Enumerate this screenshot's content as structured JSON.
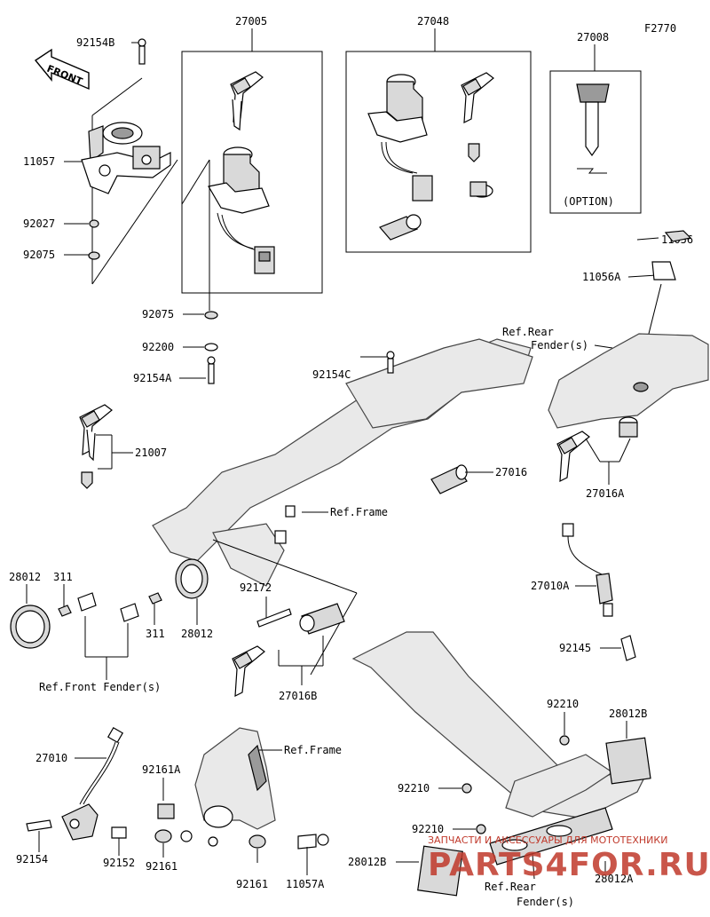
{
  "figure_code": "F2770",
  "front_label": "FRONT",
  "option_label": "(OPTION)",
  "watermark": {
    "line1": "ЗАПЧАСТИ И АКСЕССУАРЫ ДЛЯ МОТОТЕХНИКИ",
    "line2": "PARTS4FOR.RU"
  },
  "callouts": {
    "p27005": "27005",
    "p27048": "27048",
    "p27008": "27008",
    "p92154B": "92154B",
    "p11057": "11057",
    "p92027": "92027",
    "p92075a": "92075",
    "p92075b": "92075",
    "p92200": "92200",
    "p92154A": "92154A",
    "p92154C": "92154C",
    "p11056": "11056",
    "p11056A": "11056A",
    "p21007": "21007",
    "p27016": "27016",
    "p27016A": "27016A",
    "p28012a": "28012",
    "p311a": "311",
    "p311b": "311",
    "p28012b": "28012",
    "p92172": "92172",
    "p27016B": "27016B",
    "p27010A": "27010A",
    "p92145": "92145",
    "p27010": "27010",
    "p92161A": "92161A",
    "p92210a": "92210",
    "p28012B_top": "28012B",
    "p92210b": "92210",
    "p92210c": "92210",
    "p28012B_bot": "28012B",
    "p28012A": "28012A",
    "p92154": "92154",
    "p92152": "92152",
    "p92161a": "92161",
    "p92161b": "92161",
    "p11057A": "11057A"
  },
  "references": {
    "rear_fender_top_1": "Ref.Rear",
    "rear_fender_top_2": "Fender(s)",
    "frame_mid": "Ref.Frame",
    "front_fender": "Ref.Front Fender(s)",
    "frame_bottom": "Ref.Frame",
    "rear_fender_bot_1": "Ref.Rear",
    "rear_fender_bot_2": "Fender(s)"
  }
}
